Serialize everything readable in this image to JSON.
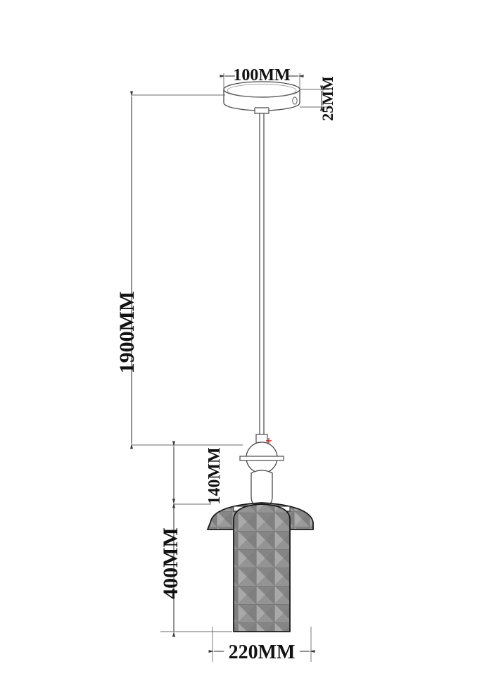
{
  "drawing": {
    "type": "technical-dimension-drawing",
    "subject": "pendant lamp",
    "units": "MM",
    "background_color": "#ffffff",
    "line_color": "#5a5a5a",
    "text_color": "#121212",
    "shade_fill_color": "#8e8e8e",
    "shade_edge_color": "#1a1a1a",
    "accent_color": "#cc2222"
  },
  "dimensions": {
    "canopy_diameter": {
      "label": "100MM",
      "orientation": "horizontal",
      "describes": "ceiling canopy diameter"
    },
    "canopy_height": {
      "label": "25MM",
      "orientation": "vertical",
      "describes": "ceiling canopy height"
    },
    "total_drop": {
      "label": "1900MM",
      "orientation": "vertical",
      "describes": "overall suspension height"
    },
    "lamp_head_height": {
      "label": "140MM",
      "orientation": "vertical",
      "describes": "socket and bulb assembly height"
    },
    "shade_height": {
      "label": "400MM",
      "orientation": "vertical",
      "describes": "shade assembly height"
    },
    "shade_diameter": {
      "label": "220MM",
      "orientation": "horizontal",
      "describes": "shade maximum diameter"
    }
  },
  "parts": {
    "canopy": "ceiling-canopy",
    "cord": "suspension-cord",
    "connector": "cord-connector",
    "socket": "lamp-socket-sphere",
    "bulb": "light-bulb",
    "shade_cap": "shade-dome-cap",
    "shade_body": "shade-cylinder-body"
  }
}
